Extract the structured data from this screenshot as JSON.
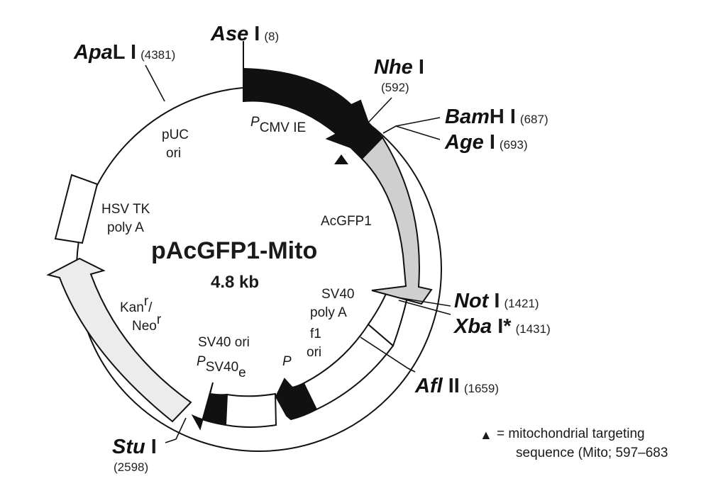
{
  "plasmid": {
    "name": "pAcGFP1-Mito",
    "size": "4.8 kb"
  },
  "sites": [
    {
      "id": "ase",
      "italic": "Ase",
      "roman": " I",
      "pos": "(8)"
    },
    {
      "id": "nhe",
      "italic": "Nhe",
      "roman": " I",
      "pos": "(592)"
    },
    {
      "id": "bamh",
      "italic": "Bam",
      "roman": "H I",
      "pos": "(687)"
    },
    {
      "id": "age",
      "italic": "Age",
      "roman": " I",
      "pos": "(693)"
    },
    {
      "id": "not",
      "italic": "Not",
      "roman": " I",
      "pos": "(1421)"
    },
    {
      "id": "xba",
      "italic": "Xba",
      "roman": " I*",
      "pos": "(1431)"
    },
    {
      "id": "afl",
      "italic": "Afl",
      "roman": " II",
      "pos": "(1659)"
    },
    {
      "id": "stu",
      "italic": "Stu",
      "roman": " I",
      "pos": "(2598)"
    },
    {
      "id": "apal",
      "italic": "Apa",
      "roman": "L I",
      "pos": "(4381)"
    }
  ],
  "features": {
    "pcmv_main": "P",
    "pcmv_sub": "CMV  IE",
    "puc1": "pUC",
    "puc2": "ori",
    "hsv1": "HSV TK",
    "hsv2": "poly A",
    "acgfp": "AcGFP1",
    "sv40pa1": "SV40",
    "sv40pa2": "poly A",
    "f1a": "f1",
    "f1b": "ori",
    "p_small": "P",
    "kan1": "Kan",
    "kan1_sup": "r",
    "kan1_slash": "/",
    "kan2": "Neo",
    "kan2_sup": "r",
    "sv40ori": "SV40 ori",
    "psv40_main": "P",
    "psv40_sub": "SV40",
    "psv40_subsub": "e"
  },
  "legend": {
    "marker": "▲",
    "line1": "= mitochondrial targeting",
    "line2": "sequence (Mito; 597–683"
  }
}
